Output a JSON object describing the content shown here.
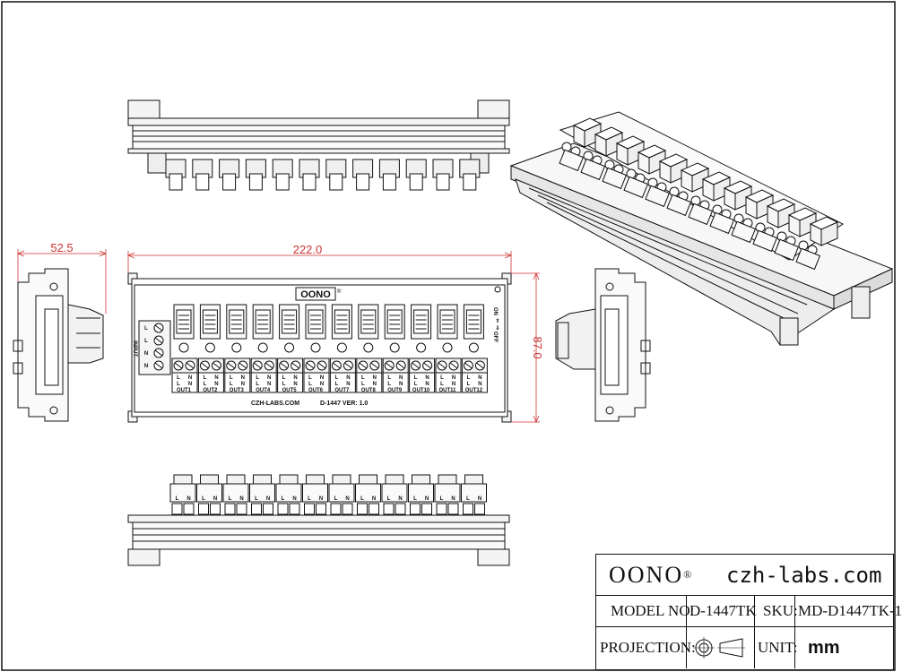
{
  "dimensions": {
    "length": "222.0",
    "depth": "52.5",
    "height": "87.0"
  },
  "board": {
    "logo": "OONO",
    "logo_mark": "®",
    "website": "CZH-LABS.COM",
    "version": "D-1447  VER: 1.0",
    "input_label": "INPUT",
    "input_terminals": [
      "L",
      "L",
      "N",
      "N"
    ],
    "switch_on": "ON",
    "switch_off": "OFF",
    "output_labels": [
      "OUT1",
      "OUT2",
      "OUT3",
      "OUT4",
      "OUT5",
      "OUT6",
      "OUT7",
      "OUT8",
      "OUT9",
      "OUT10",
      "OUT11",
      "OUT12"
    ],
    "terminal_pair": [
      "L",
      "N"
    ]
  },
  "title_block": {
    "brand": "OONO",
    "brand_mark": "®",
    "website": "czh-labs.com",
    "model_label": "MODEL NO:",
    "model_value": "D-1447TK",
    "sku_label": "SKU:",
    "sku_value": "MD-D1447TK-1",
    "projection_label": "PROJECTION:",
    "unit_label": "UNIT:",
    "unit_value": "mm"
  },
  "colors": {
    "dimension": "#cc3333",
    "line": "#111111"
  }
}
